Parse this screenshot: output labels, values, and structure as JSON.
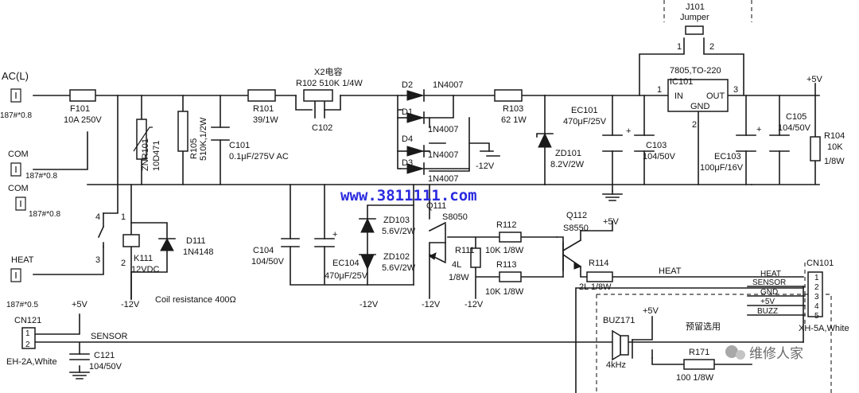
{
  "terminals": {
    "ac": {
      "name": "AC(L)",
      "spec": "187#*0.8"
    },
    "com1": {
      "name": "COM",
      "spec": "187#*0.8"
    },
    "com2": {
      "name": "COM",
      "spec": "187#*0.8"
    },
    "heat": {
      "name": "HEAT",
      "spec": "187#*0.5"
    }
  },
  "fuse": {
    "ref": "F101",
    "value": "10A 250V"
  },
  "varistor": {
    "ref": "ZNR101",
    "value": "10D471"
  },
  "r105": {
    "ref": "R105",
    "value": "510K,1/2W"
  },
  "c101": {
    "ref": "C101",
    "value": "0.1μF/275V AC"
  },
  "r101": {
    "ref": "R101",
    "value": "39/1W"
  },
  "x2": {
    "title": "X2电容",
    "r102": "R102 510K 1/4W",
    "c102": "C102"
  },
  "bridge": {
    "d1": "D1",
    "d2": "D2",
    "d3": "D3",
    "d4": "D4",
    "part_d2": "1N4007",
    "part_d1": "1N4007",
    "part_d4": "1N4007",
    "part_d3": "1N4007"
  },
  "r103": {
    "ref": "R103",
    "value": "62  1W"
  },
  "zd101": {
    "ref": "ZD101",
    "value": "8.2V/2W"
  },
  "ec101": {
    "ref": "EC101",
    "value": "470μF/25V"
  },
  "c103": {
    "ref": "C103",
    "value": "104/50V"
  },
  "j101": {
    "ref": "J101",
    "name": "Jumper",
    "pin1": "1",
    "pin2": "2"
  },
  "ic101": {
    "part": "7805,TO-220",
    "ref": "IC101",
    "in": "IN",
    "out": "OUT",
    "gnd": "GND",
    "pin1": "1",
    "pin2": "2",
    "pin3": "3"
  },
  "ec103": {
    "ref": "EC103",
    "value": "100μF/16V"
  },
  "c105": {
    "ref": "C105",
    "value": "104/50V"
  },
  "r104": {
    "ref": "R104",
    "value": "10K",
    "power": "1/8W"
  },
  "plus5v": "+5V",
  "minus12v": "-12V",
  "plus_sign": "+",
  "relay": {
    "ref": "K111",
    "value": "12VDC",
    "pin1": "1",
    "pin2": "2",
    "pin3": "3",
    "pin4": "4",
    "coil": "Coil resistance 400Ω"
  },
  "d111": {
    "ref": "D111",
    "value": "1N4148"
  },
  "c104": {
    "ref": "C104",
    "value": "104/50V"
  },
  "ec104": {
    "ref": "EC104",
    "value": "470μF/25V"
  },
  "zd103": {
    "ref": "ZD103",
    "value": "5.6V/2W"
  },
  "zd102": {
    "ref": "ZD102",
    "value": "5.6V/2W"
  },
  "q111": {
    "ref": "Q111",
    "value": "S8050"
  },
  "r111": {
    "ref": "R111",
    "value": "4L",
    "power": "1/8W"
  },
  "r112": {
    "ref": "R112",
    "value": "10K  1/8W"
  },
  "r113": {
    "ref": "R113",
    "value": "10K  1/8W"
  },
  "q112": {
    "ref": "Q112",
    "value": "S8550"
  },
  "r114": {
    "ref": "R114",
    "value": "2L  1/8W"
  },
  "nets": {
    "heat": "HEAT",
    "sensor": "SENSOR"
  },
  "cn101": {
    "ref": "CN101",
    "pins": [
      "1",
      "2",
      "3",
      "4",
      "5"
    ],
    "labels": [
      "HEAT",
      "SENSOR",
      "GND",
      "+5V",
      "BUZZ"
    ],
    "type": "XH-5A,White"
  },
  "cn121": {
    "ref": "CN121",
    "pin1": "1",
    "pin2": "2",
    "type": "EH-2A,White"
  },
  "c121": {
    "ref": "C121",
    "value": "104/50V"
  },
  "buzzer": {
    "ref": "BUZ171",
    "freq": "4kHz",
    "optional": "预留选用"
  },
  "r171": {
    "ref": "R171",
    "value": "100  1/8W"
  },
  "watermark": {
    "url": "www.3811111.com",
    "brand": "维修人家"
  }
}
